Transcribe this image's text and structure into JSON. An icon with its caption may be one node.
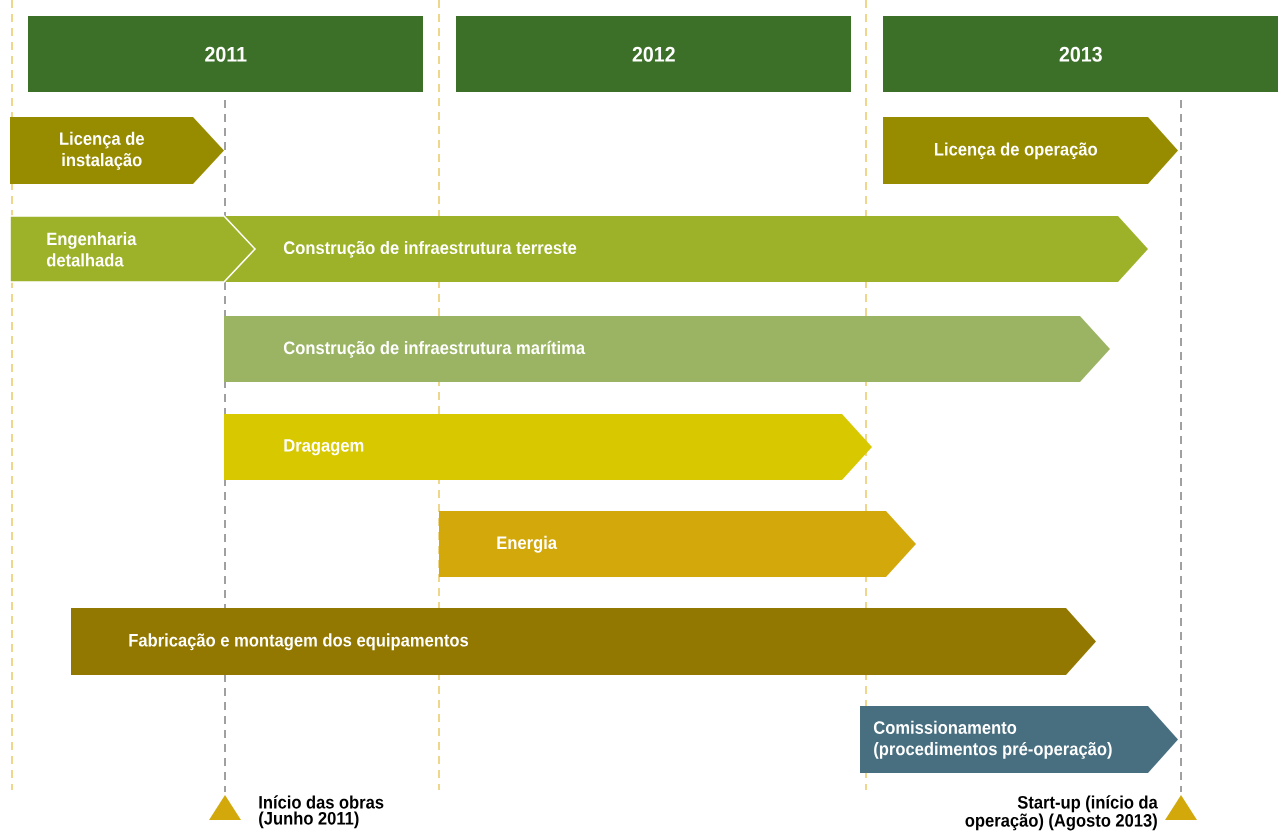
{
  "diagram": {
    "nodes": [
      {
        "text": [
          "2011"
        ]
      },
      {
        "text": [
          "2012"
        ]
      },
      {
        "text": [
          "2013"
        ]
      },
      {
        "text": [
          "Licença de instalação"
        ]
      },
      {
        "text": [
          "Licença de operação"
        ]
      },
      {
        "text": [
          "Engenharia detalhada"
        ]
      },
      {
        "text": [
          "Construção de infraestrutura terreste"
        ]
      },
      {
        "text": [
          "Construção de infraestrutura marítima"
        ]
      },
      {
        "text": [
          "Dragagem"
        ]
      },
      {
        "text": [
          "Energia"
        ]
      },
      {
        "text": [
          "Fabricação e montagem dos equipamentos"
        ]
      },
      {
        "text": [
          "Comissionamento (procedimentos pré-operação)"
        ]
      }
    ],
    "edges": [],
    "labels": [
      "Início das obras (Junho 2011)",
      "Start-up (início da operação) (Agosto 2013)"
    ]
  }
}
